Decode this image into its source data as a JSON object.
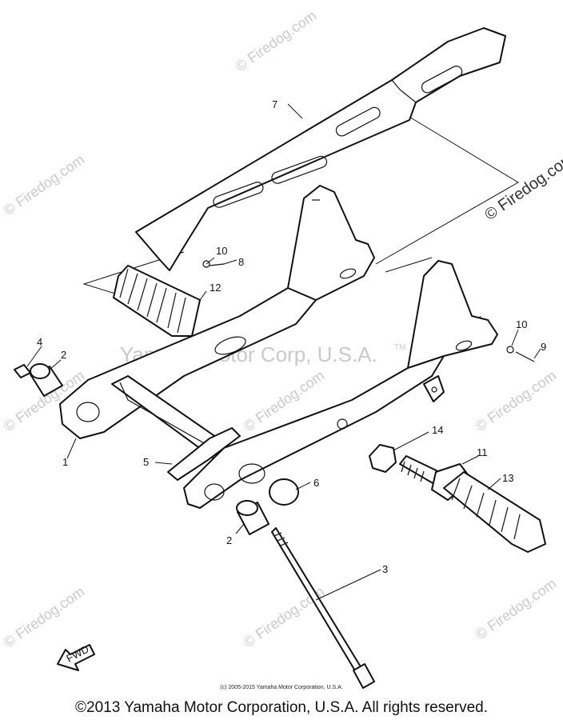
{
  "watermarks": {
    "firedog": "© Firedog.com",
    "center": "Yamaha Motor Corp, U.S.A.",
    "tm": "TM"
  },
  "callouts": {
    "p1": "1",
    "p2a": "2",
    "p2b": "2",
    "p3": "3",
    "p4": "4",
    "p5": "5",
    "p6": "6",
    "p7": "7",
    "p8": "8",
    "p9": "9",
    "p10a": "10",
    "p10b": "10",
    "p11": "11",
    "p12": "12",
    "p13": "13",
    "p14": "14"
  },
  "fwd_label": "FWD",
  "footer": {
    "fine_print": "(c) 2005-2015 Yamaha Motor Corporation, U.S.A.",
    "copyright": "©2013 Yamaha Motor Corporation, U.S.A. All rights reserved."
  }
}
